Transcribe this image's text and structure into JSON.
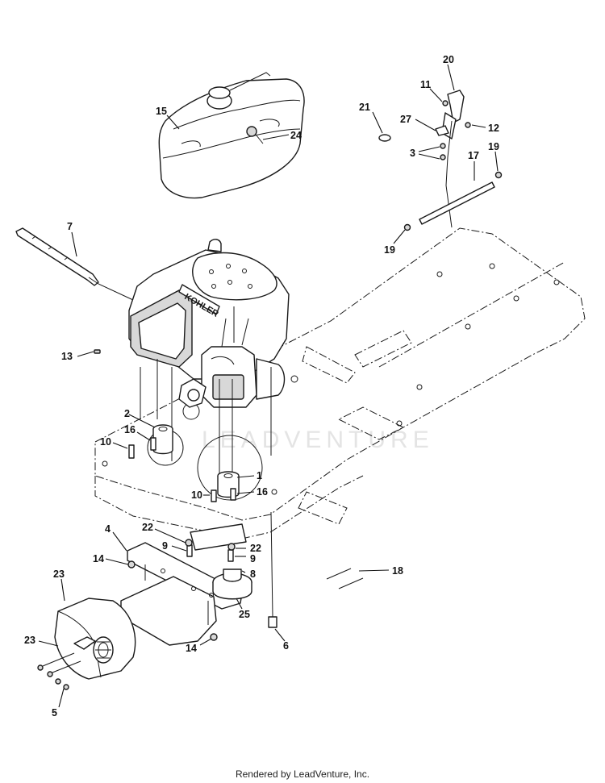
{
  "diagram": {
    "engine_brand": "KOHLER",
    "watermark": "LEADVENTURE",
    "callouts": {
      "c1": "1",
      "c2": "2",
      "c3": "3",
      "c4": "4",
      "c5": "5",
      "c6": "6",
      "c7": "7",
      "c8": "8",
      "c9a": "9",
      "c9b": "9",
      "c10a": "10",
      "c10b": "10",
      "c11": "11",
      "c12": "12",
      "c13": "13",
      "c14a": "14",
      "c14b": "14",
      "c15": "15",
      "c16a": "16",
      "c16b": "16",
      "c17": "17",
      "c18": "18",
      "c19a": "19",
      "c19b": "19",
      "c20": "20",
      "c21": "21",
      "c22a": "22",
      "c22b": "22",
      "c23a": "23",
      "c23b": "23",
      "c24": "24",
      "c25": "25",
      "c27": "27"
    }
  },
  "footer": {
    "text": "Rendered by LeadVenture, Inc."
  }
}
